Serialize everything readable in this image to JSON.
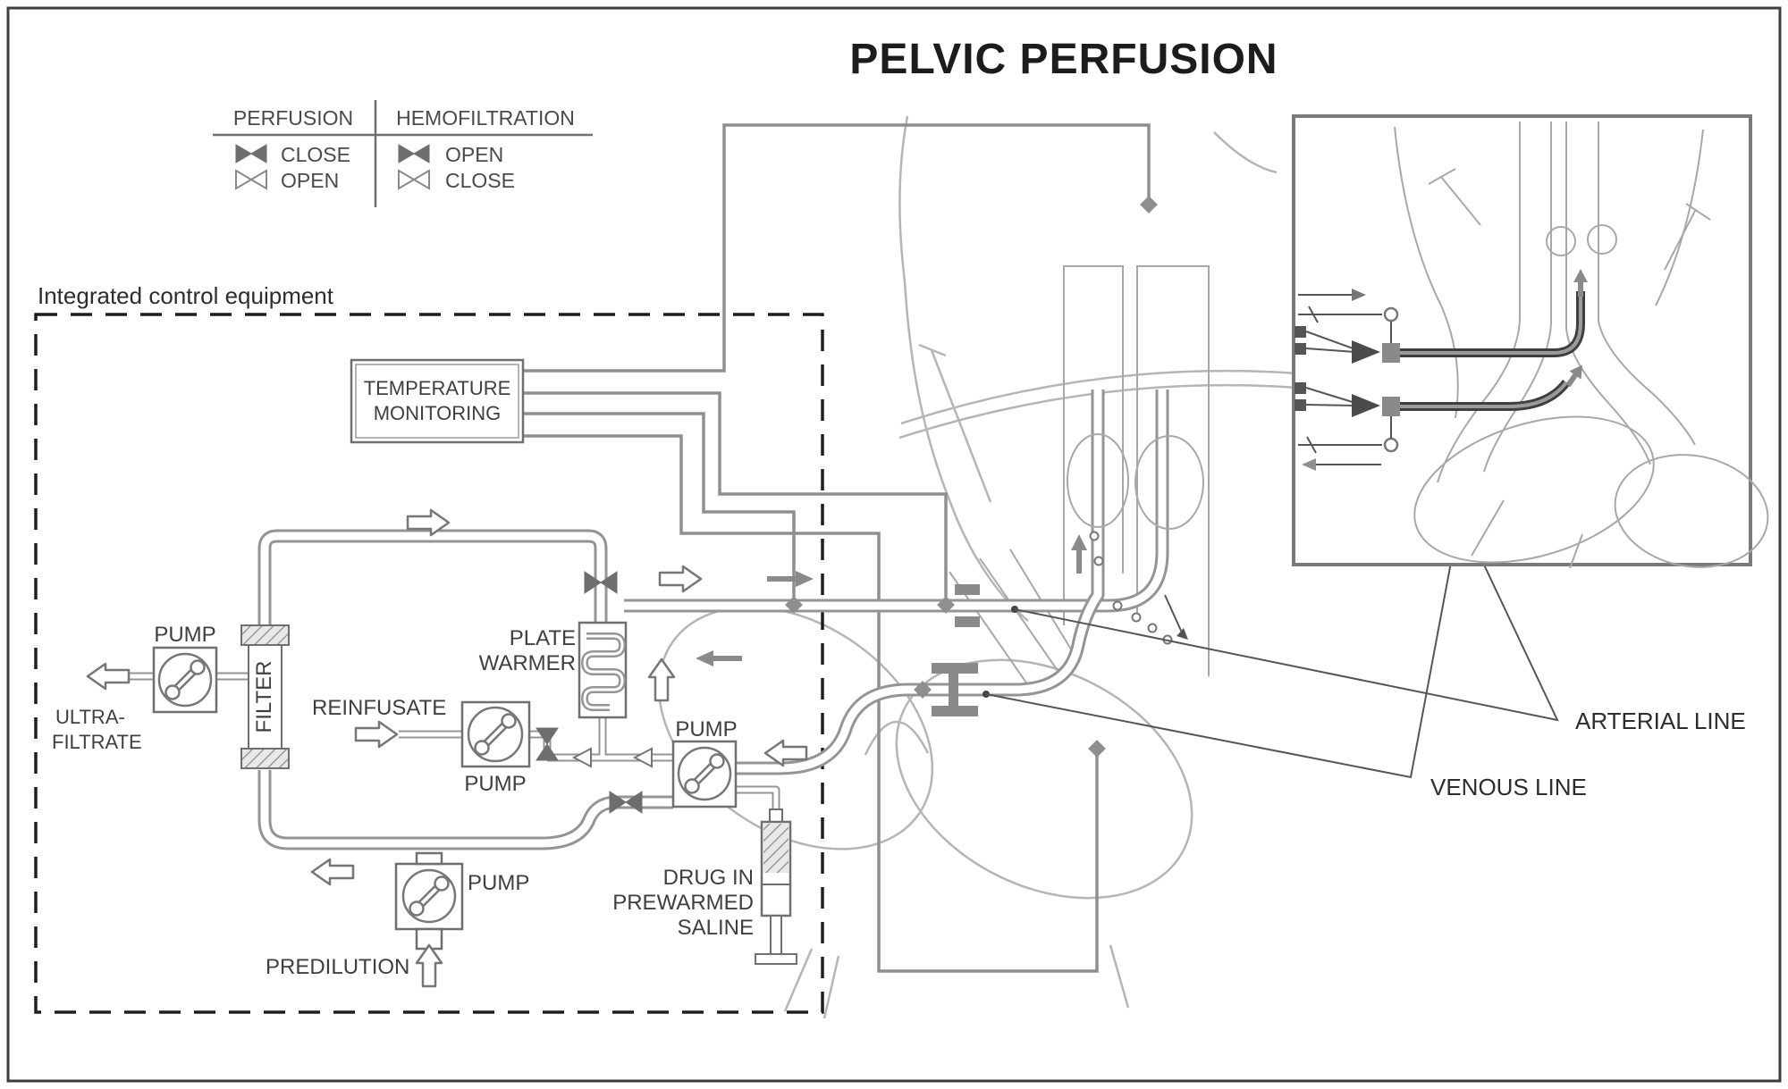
{
  "figure": {
    "title": "PELVIC PERFUSION"
  },
  "legend": {
    "perfusion_header": "PERFUSION",
    "hemofiltration_header": "HEMOFILTRATION",
    "perfusion_row1": "CLOSE",
    "perfusion_row2": "OPEN",
    "hemofiltration_row1": "OPEN",
    "hemofiltration_row2": "CLOSE"
  },
  "control_unit": {
    "label": "Integrated control equipment",
    "temperature_monitoring": [
      "TEMPERATURE",
      "MONITORING"
    ],
    "plate_warmer": [
      "PLATE",
      "WARMER"
    ],
    "filter_label": "FILTER",
    "ultrafiltrate": [
      "ULTRA-",
      "FILTRATE"
    ],
    "reinfusate_label": "REINFUSATE",
    "predilution_label": "PREDILUTION",
    "drug": [
      "DRUG IN",
      "PREWARMED",
      "SALINE"
    ],
    "pump_labels": [
      "PUMP",
      "PUMP",
      "PUMP",
      "PUMP"
    ]
  },
  "annotations": {
    "arterial": "ARTERIAL LINE",
    "venous": "VENOUS LINE"
  },
  "colors": {
    "tube": "#949494",
    "dark_line": "#555555",
    "anatomy": "#b5b5b5",
    "valve_closed": "#6e6e6e",
    "text": "#3a3a3a"
  }
}
